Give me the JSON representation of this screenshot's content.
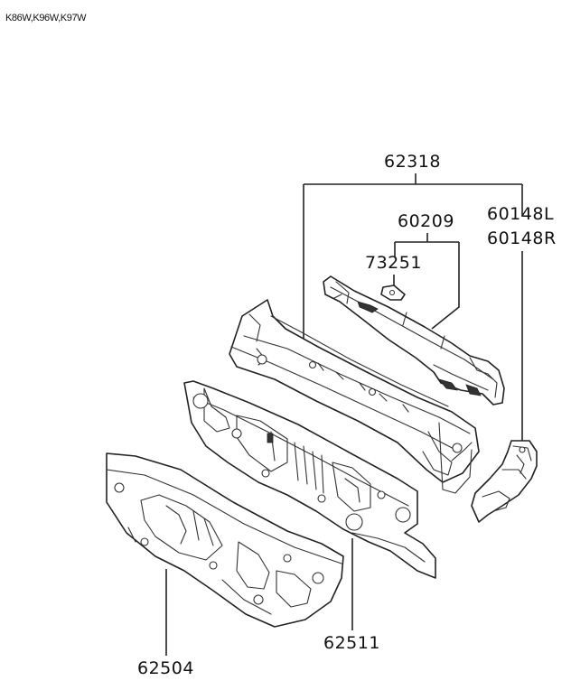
{
  "header": {
    "models": "K86W,K96W,K97W"
  },
  "parts": {
    "p62318": "62318",
    "p60209": "60209",
    "p73251": "73251",
    "p60148L": "60148L",
    "p60148R": "60148R",
    "p62511": "62511",
    "p62504": "62504"
  }
}
